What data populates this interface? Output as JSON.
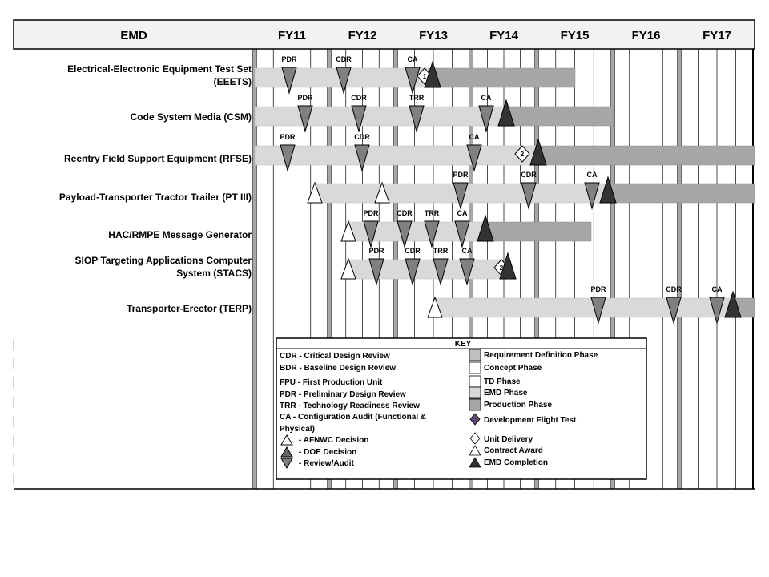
{
  "header": {
    "title": "EMD",
    "years": [
      "FY11",
      "FY12",
      "FY13",
      "FY14",
      "FY15",
      "FY16",
      "FY17"
    ]
  },
  "programs": [
    {
      "label_lines": [
        "Electrical-Electronic Equipment Test Set",
        "(EEETS)"
      ],
      "milestones": [
        "PDR",
        "CDR",
        "CA"
      ],
      "badges": [
        "1"
      ]
    },
    {
      "label_lines": [
        "Code System Media (CSM)"
      ],
      "milestones": [
        "PDR",
        "CDR",
        "TRR",
        "CA"
      ],
      "badges": []
    },
    {
      "label_lines": [
        "Reentry Field Support Equipment (RFSE)"
      ],
      "milestones": [
        "PDR",
        "CDR",
        "CA"
      ],
      "badges": [
        "2"
      ]
    },
    {
      "label_lines": [
        "Payload-Transporter Tractor Trailer (PT III)"
      ],
      "milestones": [
        "PDR",
        "CDR",
        "CA"
      ],
      "badges": []
    },
    {
      "label_lines": [
        "HAC/RMPE Message Generator"
      ],
      "milestones": [
        "PDR",
        "CDR",
        "TRR",
        "CA"
      ],
      "badges": []
    },
    {
      "label_lines": [
        "SIOP Targeting Applications Computer",
        "System (STACS)"
      ],
      "milestones": [
        "PDR",
        "CDR",
        "TRR",
        "CA"
      ],
      "badges": [
        "2"
      ]
    },
    {
      "label_lines": [
        "Transporter-Erector (TERP)"
      ],
      "milestones": [
        "PDR",
        "CDR",
        "CA"
      ],
      "badges": []
    }
  ],
  "key": {
    "title": "KEY",
    "left": [
      "CDR - Critical Design Review",
      "BDR - Baseline Design Review",
      "FPU - First Production Unit",
      "PDR - Preliminary Design Review",
      "TRR - Technology Readiness Review",
      "CA - Configuration Audit (Functional &",
      "Physical)"
    ],
    "symbols_left": [
      "- AFNWC Decision",
      "- DOE Decision",
      "- Review/Audit"
    ],
    "right": [
      "Requirement Definition Phase",
      "Concept Phase",
      "TD Phase",
      "EMD Phase",
      "Production Phase",
      "Development Flight Test",
      "Unit Delivery",
      "Contract Award",
      "EMD Completion"
    ]
  },
  "colors": {
    "emd_bar": "#d9d9d9",
    "production_bar": "#a6a6a6",
    "review_triangle": "#808080",
    "completion_triangle": "#333333",
    "header_bg": "#f2f2f2"
  }
}
